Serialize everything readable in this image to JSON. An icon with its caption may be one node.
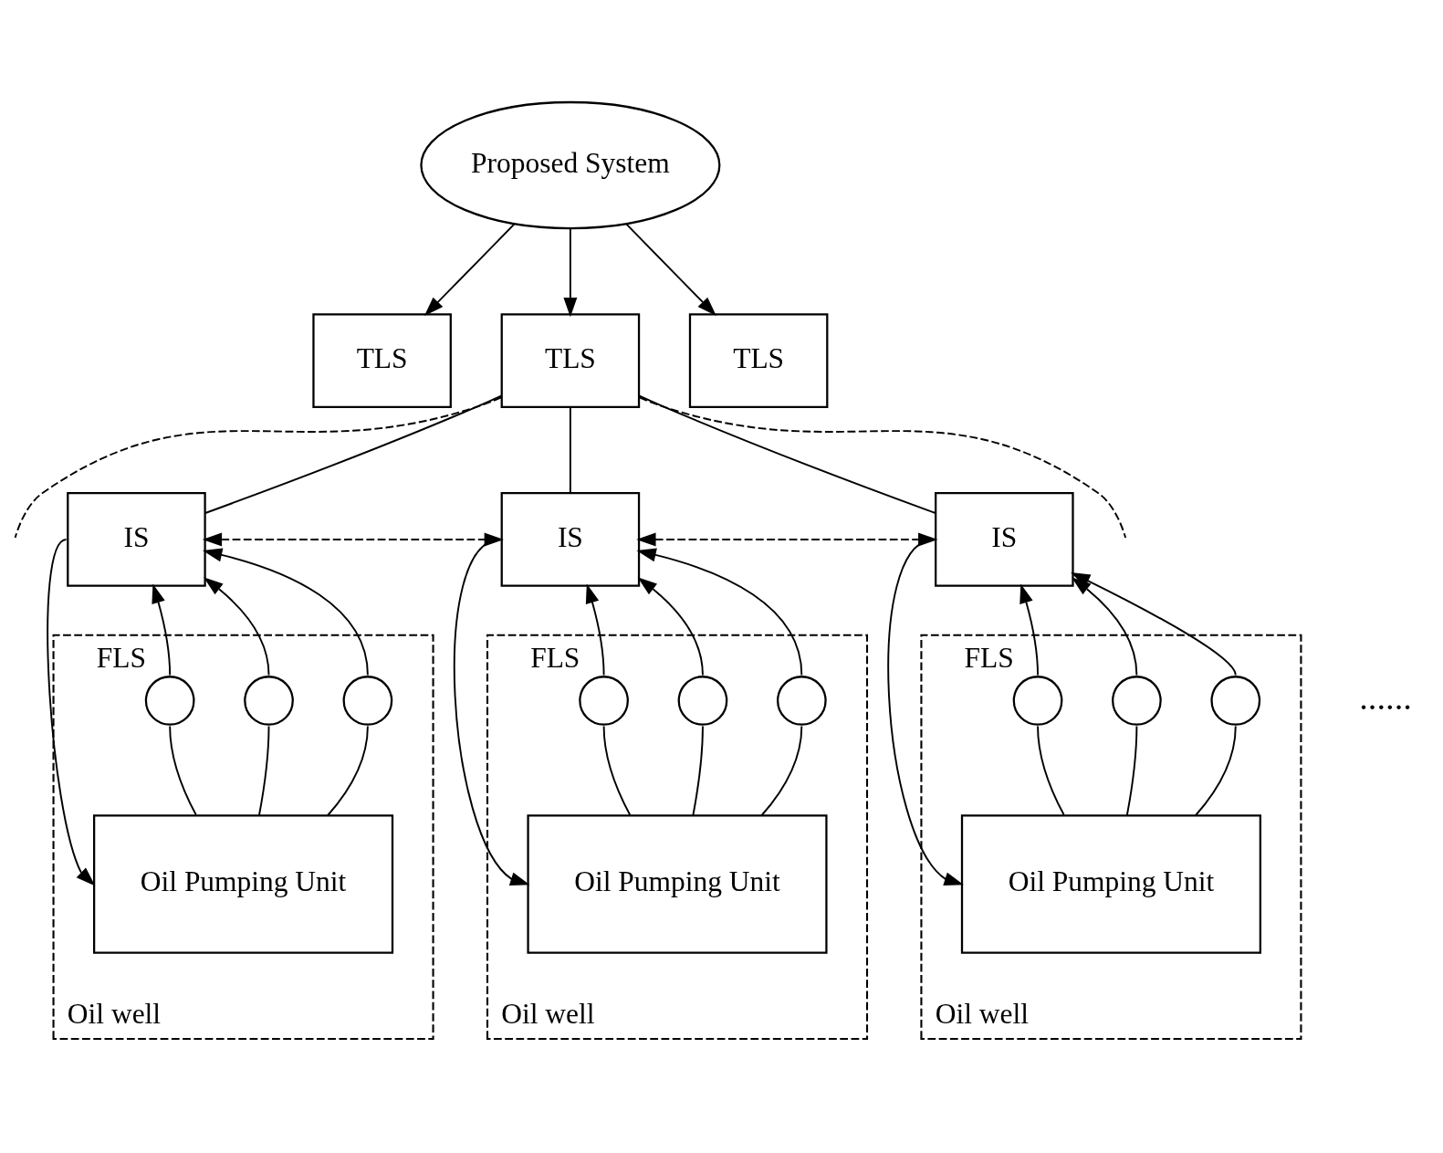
{
  "diagram": {
    "nodes": [
      {
        "text": [
          "Proposed System"
        ]
      },
      {
        "text": [
          "TLS"
        ]
      },
      {
        "text": [
          "TLS"
        ]
      },
      {
        "text": [
          "TLS"
        ]
      },
      {
        "text": [
          "IS"
        ]
      },
      {
        "text": [
          "Oil well"
        ]
      },
      {
        "text": [],
        "shape": "circle",
        "in": 5,
        "beside": [
          "FLS"
        ]
      },
      {
        "text": [],
        "shape": "circle",
        "in": 5
      },
      {
        "text": [],
        "shape": "circle",
        "in": 5
      },
      {
        "text": [
          "Oil Pumping Unit"
        ],
        "in": 5
      },
      {
        "text": [
          "IS"
        ]
      },
      {
        "text": [
          "Oil well"
        ]
      },
      {
        "text": [],
        "shape": "circle",
        "in": 11,
        "beside": [
          "FLS"
        ]
      },
      {
        "text": [],
        "shape": "circle",
        "in": 11
      },
      {
        "text": [],
        "shape": "circle",
        "in": 11
      },
      {
        "text": [
          "Oil Pumping Unit"
        ],
        "in": 11
      },
      {
        "text": [
          "IS"
        ]
      },
      {
        "text": [
          "Oil well"
        ]
      },
      {
        "text": [],
        "shape": "circle",
        "in": 17,
        "beside": [
          "FLS"
        ]
      },
      {
        "text": [],
        "shape": "circle",
        "in": 17
      },
      {
        "text": [],
        "shape": "circle",
        "in": 17
      },
      {
        "text": [
          "Oil Pumping Unit"
        ],
        "in": 17
      }
    ],
    "edges": [
      {
        "from": 0,
        "to": 1,
        "arrow": "to"
      },
      {
        "from": 0,
        "to": 2,
        "arrow": "to"
      },
      {
        "from": 0,
        "to": 3,
        "arrow": "to"
      },
      {
        "from": 2,
        "to": null,
        "arrow": "none",
        "style": "dashed"
      },
      {
        "from": 2,
        "to": 4,
        "arrow": "none"
      },
      {
        "from": 2,
        "to": 10,
        "arrow": "none"
      },
      {
        "from": 2,
        "to": 16,
        "arrow": "none"
      },
      {
        "from": 2,
        "to": null,
        "arrow": "none",
        "style": "dashed"
      },
      {
        "from": 4,
        "to": 10,
        "arrow": "both",
        "style": "dashed"
      },
      {
        "from": 10,
        "to": 16,
        "arrow": "both",
        "style": "dashed"
      },
      {
        "from": 4,
        "to": 9,
        "arrow": "to"
      },
      {
        "from": 6,
        "to": 9,
        "arrow": "none"
      },
      {
        "from": 7,
        "to": 9,
        "arrow": "none"
      },
      {
        "from": 8,
        "to": 9,
        "arrow": "none"
      },
      {
        "from": 6,
        "to": 4,
        "arrow": "to"
      },
      {
        "from": 7,
        "to": 4,
        "arrow": "to"
      },
      {
        "from": 8,
        "to": 4,
        "arrow": "to"
      },
      {
        "from": 10,
        "to": 15,
        "arrow": "to"
      },
      {
        "from": 12,
        "to": 15,
        "arrow": "none"
      },
      {
        "from": 13,
        "to": 15,
        "arrow": "none"
      },
      {
        "from": 14,
        "to": 15,
        "arrow": "none"
      },
      {
        "from": 12,
        "to": 10,
        "arrow": "to"
      },
      {
        "from": 13,
        "to": 10,
        "arrow": "to"
      },
      {
        "from": 14,
        "to": 10,
        "arrow": "to"
      },
      {
        "from": 16,
        "to": 21,
        "arrow": "to"
      },
      {
        "from": 18,
        "to": 21,
        "arrow": "none"
      },
      {
        "from": 19,
        "to": 21,
        "arrow": "none"
      },
      {
        "from": 20,
        "to": 21,
        "arrow": "none"
      },
      {
        "from": 18,
        "to": 16,
        "arrow": "to"
      },
      {
        "from": 19,
        "to": 16,
        "arrow": "to"
      },
      {
        "from": 20,
        "to": 16,
        "arrow": "to"
      }
    ],
    "labels": [
      "......"
    ]
  }
}
